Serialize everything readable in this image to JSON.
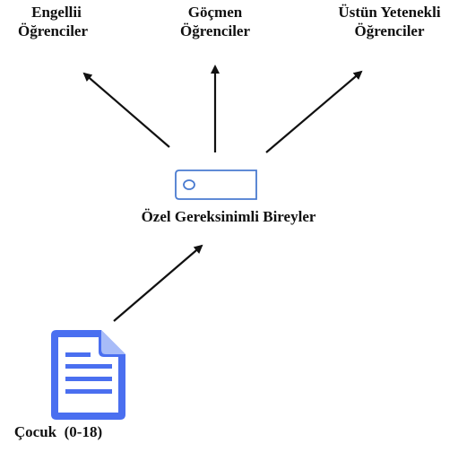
{
  "top_nodes": {
    "engelli": {
      "line1": "Engellii",
      "line2": "Öğrenciler"
    },
    "gocmen": {
      "line1": "Göçmen",
      "line2": "Öğrenciler"
    },
    "ustun": {
      "line1": "Üstün Yetenekli",
      "line2": "Öğrenciler"
    }
  },
  "center_node": {
    "label": "Özel Gereksinimli Bireyler",
    "icon": "tag-outline-icon",
    "icon_color": "#4a7bd0"
  },
  "source_node": {
    "label": "Çocuk  (0-18)",
    "icon": "document-icon",
    "icon_color": "#4a6ff0"
  }
}
